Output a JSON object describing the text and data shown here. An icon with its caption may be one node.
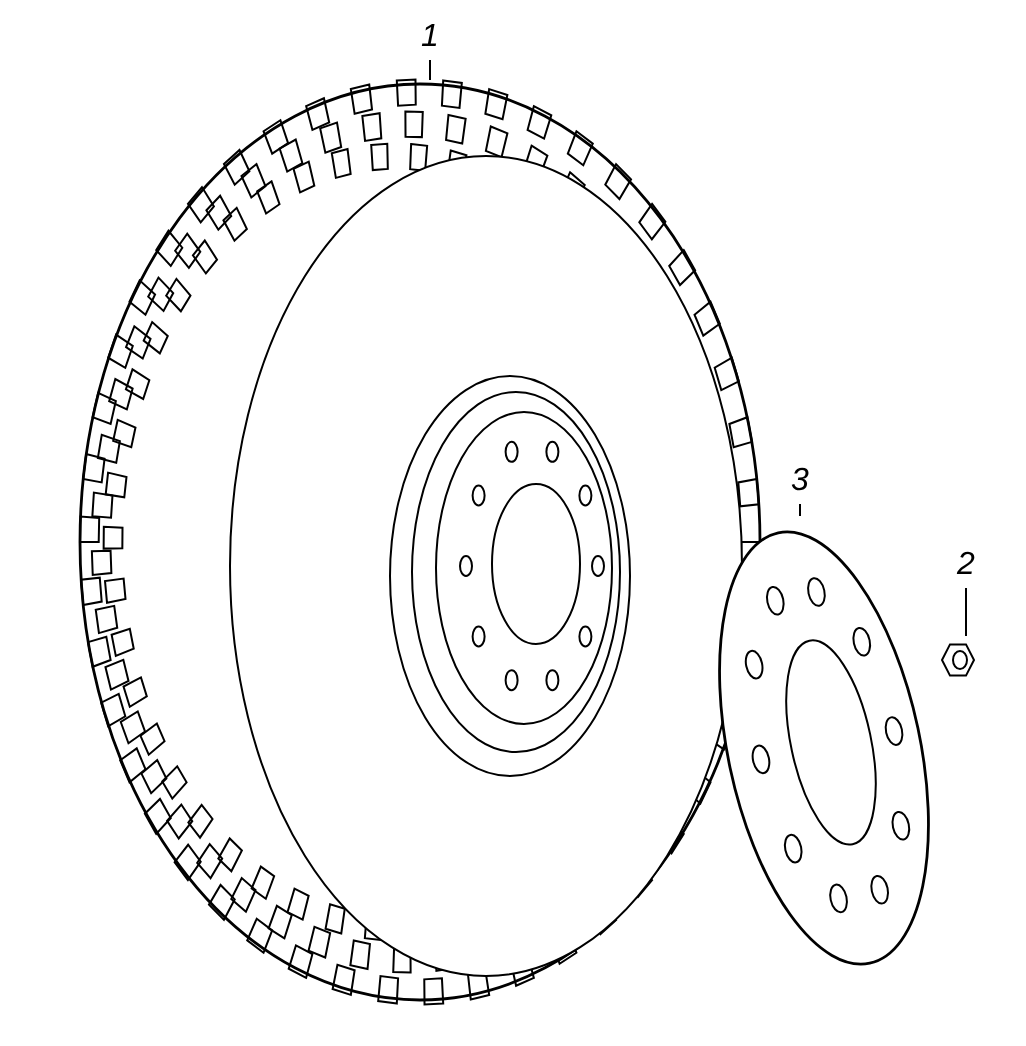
{
  "diagram": {
    "nodes": [
      {
        "text": [
          "1"
        ]
      },
      {
        "text": [],
        "shape": "picture"
      },
      {
        "text": [
          "3"
        ]
      },
      {
        "text": [],
        "shape": "picture"
      },
      {
        "text": [
          "2"
        ]
      },
      {
        "text": [],
        "shape": "picture"
      }
    ],
    "edges": [
      {
        "from": 0,
        "to": 1,
        "arrow": "none"
      },
      {
        "from": 2,
        "to": 3,
        "arrow": "none"
      },
      {
        "from": 4,
        "to": 5,
        "arrow": "none"
      }
    ]
  }
}
